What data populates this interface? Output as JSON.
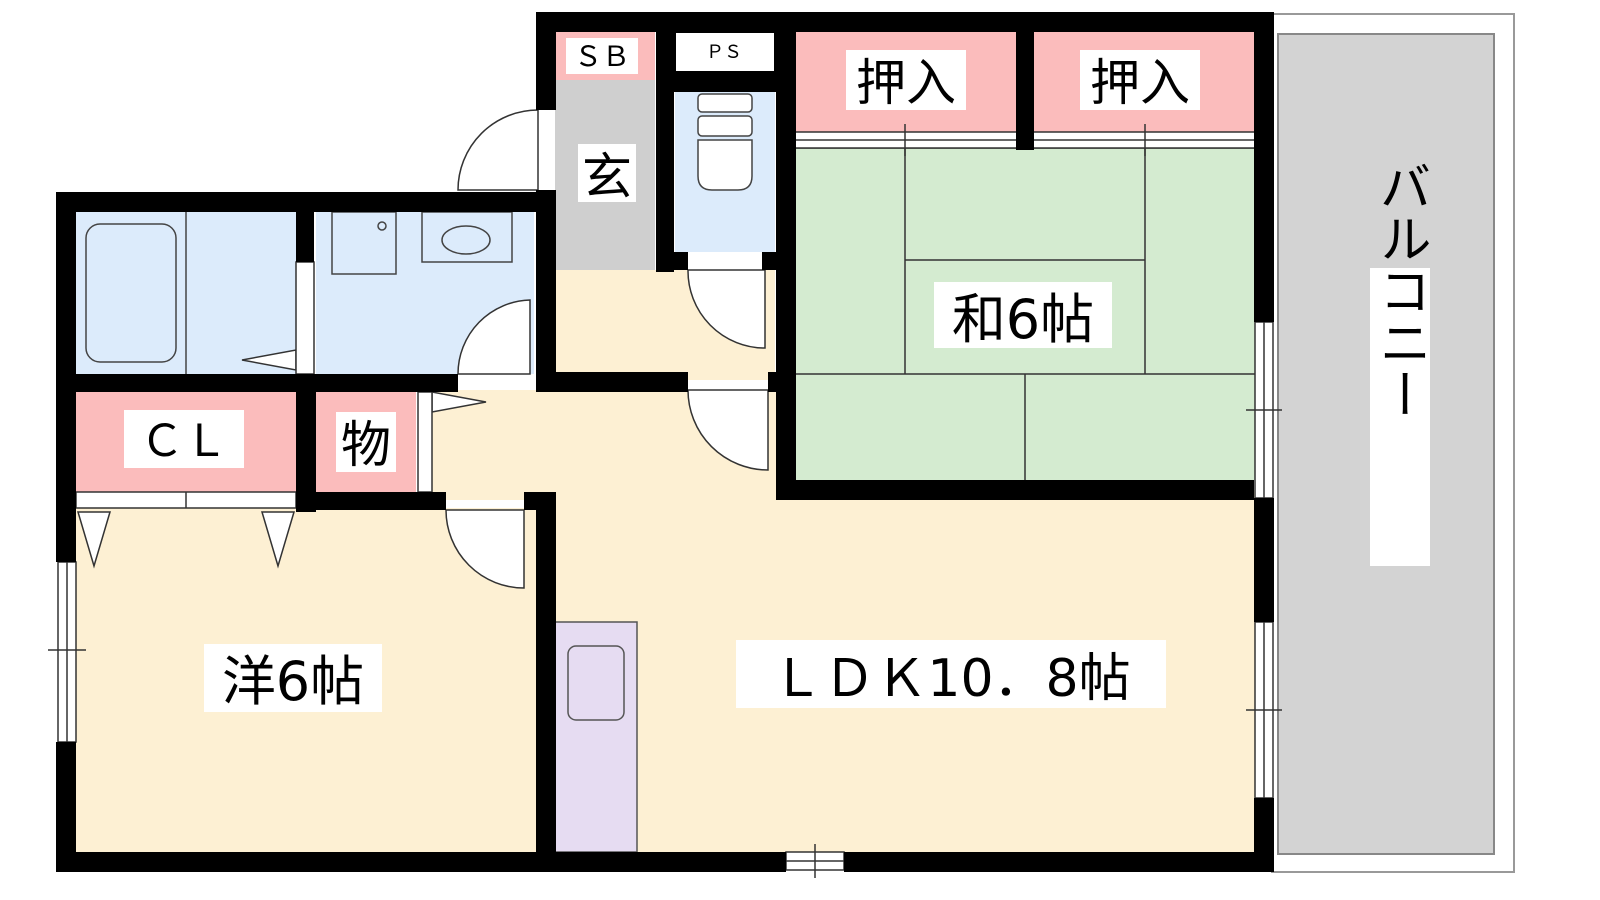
{
  "plan": {
    "rooms": {
      "sb": "ＳＢ",
      "ps": "ＰＳ",
      "oshiire_left": "押入",
      "oshiire_right": "押入",
      "genkan": "玄",
      "washitsu": "和6帖",
      "balcony": "バルコニー",
      "closet": "ＣＬ",
      "storage": "物",
      "youshitsu": "洋6帖",
      "ldk": "ＬＤＫ10．8帖"
    },
    "colors": {
      "wall": "#000000",
      "floor_wood": "#fdf0d3",
      "tatami": "#d4ebd0",
      "storage_pink": "#fbbcbc",
      "wet_area_blue": "#dcebfb",
      "entrance_grey": "#cfcfcf",
      "balcony_grey": "#d3d3d3",
      "kitchen_purple": "#e6dcf2"
    }
  }
}
